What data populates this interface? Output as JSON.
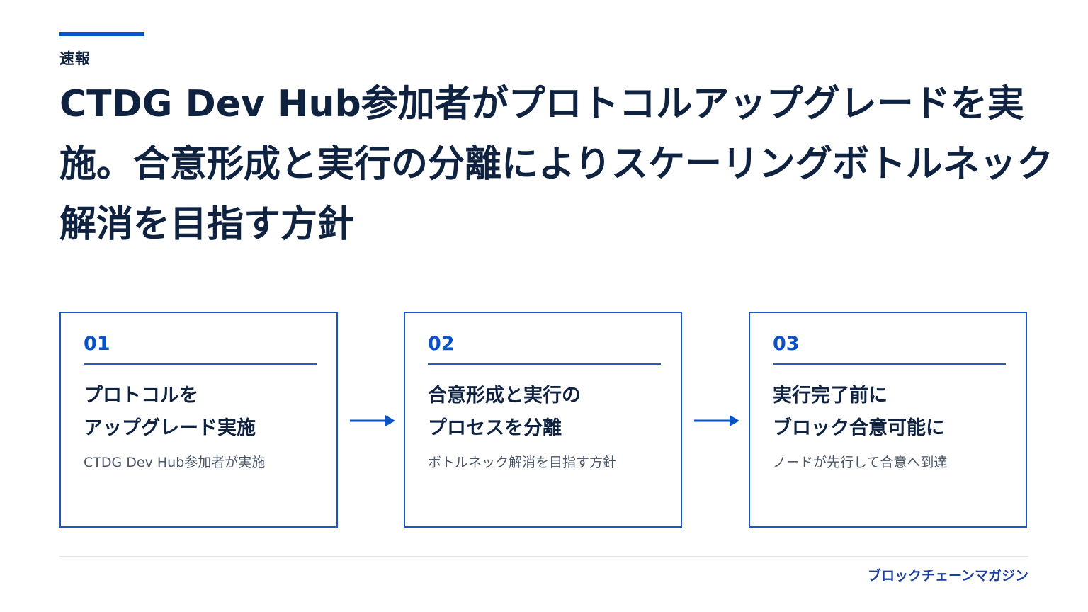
{
  "kicker": "速報",
  "headline": "CTDG Dev Hub参加者がプロトコルアップグレードを実施。合意形成と実行の分離によりスケーリングボトルネック解消を目指す方針",
  "steps": [
    {
      "number": "01",
      "title_lines": [
        "プロトコルを",
        "アップグレード実施"
      ],
      "description": "CTDG Dev Hub参加者が実施"
    },
    {
      "number": "02",
      "title_lines": [
        "合意形成と実行の",
        "プロセスを分離"
      ],
      "description": "ボトルネック解消を目指す方針"
    },
    {
      "number": "03",
      "title_lines": [
        "実行完了前に",
        "ブロック合意可能に"
      ],
      "description": "ノードが先行して合意へ到達"
    }
  ],
  "arrows": [
    "arrow-right-icon",
    "arrow-right-icon"
  ],
  "footer": {
    "brand": "ブロックチェーンマガジン"
  },
  "colors": {
    "accent": "#0a52c8",
    "text": "#0f2340",
    "muted": "#4a5566",
    "brand": "#1a3f9e"
  }
}
